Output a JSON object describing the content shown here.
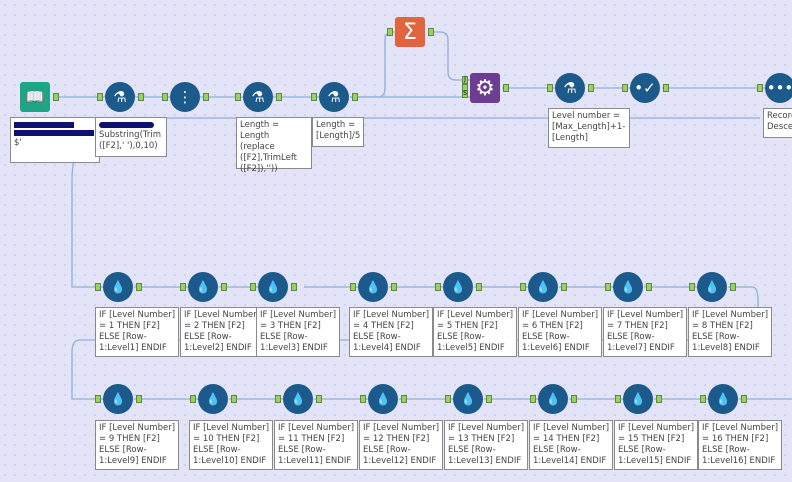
{
  "colors": {
    "canvas": "#e4e4f8",
    "tool_blue": "#1d5a8c",
    "input_green": "#1ea587",
    "summarize": "#e0643e",
    "join": "#6c3d91",
    "wire": "#8fb0d8",
    "anchor": "#9bd068"
  },
  "row1_tools": [
    {
      "type": "input-data",
      "icon": "book-icon"
    },
    {
      "type": "formula",
      "icon": "flask-icon"
    },
    {
      "type": "record-id",
      "icon": "numbered-list-icon"
    },
    {
      "type": "formula",
      "icon": "flask-icon"
    },
    {
      "type": "formula",
      "icon": "flask-icon"
    },
    {
      "type": "summarize",
      "icon": "sigma-icon",
      "glyph": "Σ"
    },
    {
      "type": "join",
      "icon": "gears-icon",
      "glyph": "⚙"
    },
    {
      "type": "formula",
      "icon": "flask-icon"
    },
    {
      "type": "select",
      "icon": "check-icon",
      "glyph": "•✓"
    },
    {
      "type": "sort",
      "icon": "dots-icon",
      "glyph": "•••"
    }
  ],
  "row1_notes": [
    {
      "text": "$'"
    },
    {
      "text": "Substring(Trim\n([F2],' '),0,10)"
    },
    {
      "text": "Length = Length\n(replace\n([F2],TrimLeft\n([F2]),''))"
    },
    {
      "text": "Length =\n[Length]/5"
    },
    {
      "text": "Level number =\n[Max_Length]+1-\n[Length]"
    },
    {
      "text": "Record\nDescen"
    }
  ],
  "join_anchor_labels": [
    "J",
    "S"
  ],
  "multirow_notes": [
    "IF [Level Number]\n= 1 THEN [F2]\nELSE [Row-\n1:Level1] ENDIF",
    "IF [Level Number]\n= 2 THEN [F2]\nELSE [Row-\n1:Level2] ENDIF",
    "IF [Level Number]\n= 3 THEN [F2]\nELSE [Row-\n1:Level3] ENDIF",
    "IF [Level Number]\n= 4 THEN [F2]\nELSE [Row-\n1:Level4] ENDIF",
    "IF [Level Number]\n= 5 THEN [F2]\nELSE [Row-\n1:Level5] ENDIF",
    "IF [Level Number]\n= 6 THEN [F2]\nELSE [Row-\n1:Level6] ENDIF",
    "IF [Level Number]\n= 7 THEN [F2]\nELSE [Row-\n1:Level7] ENDIF",
    "IF [Level Number]\n= 8 THEN [F2]\nELSE [Row-\n1:Level8] ENDIF",
    "IF [Level Number]\n= 9 THEN [F2]\nELSE [Row-\n1:Level9] ENDIF",
    "IF [Level Number]\n= 10 THEN [F2]\nELSE [Row-\n1:Level10] ENDIF",
    "IF [Level Number]\n= 11 THEN [F2]\nELSE [Row-\n1:Level11] ENDIF",
    "IF [Level Number]\n= 12 THEN [F2]\nELSE [Row-\n1:Level12] ENDIF",
    "IF [Level Number]\n= 13 THEN [F2]\nELSE [Row-\n1:Level13] ENDIF",
    "IF [Level Number]\n= 14 THEN [F2]\nELSE [Row-\n1:Level14] ENDIF",
    "IF [Level Number]\n= 15 THEN [F2]\nELSE [Row-\n1:Level15] ENDIF",
    "IF [Level Number]\n= 16 THEN [F2]\nELSE [Row-\n1:Level16] ENDIF"
  ],
  "multirow_icon": "multi-row-formula-icon"
}
